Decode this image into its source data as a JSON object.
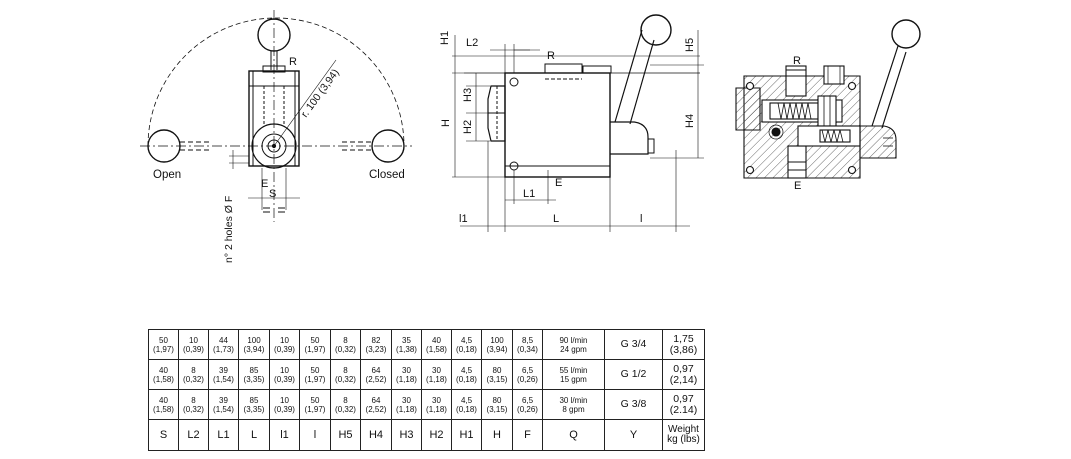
{
  "side_view": {
    "labels": {
      "open": "Open",
      "closed": "Closed",
      "radius": "r. 100 (3,94)",
      "R": "R",
      "E": "E",
      "S": "S",
      "holes": "n° 2 holes Ø F"
    }
  },
  "front_view": {
    "labels": {
      "H1": "H1",
      "L2": "L2",
      "R": "R",
      "H5": "H5",
      "H3": "H3",
      "H": "H",
      "H2": "H2",
      "H4": "H4",
      "L1": "L1",
      "E": "E",
      "l1": "l1",
      "L": "L",
      "l": "l"
    }
  },
  "section_view": {
    "labels": {
      "R": "R",
      "E": "E"
    }
  },
  "table": {
    "headers": [
      "S",
      "L2",
      "L1",
      "L",
      "l1",
      "l",
      "H5",
      "H4",
      "H3",
      "H2",
      "H1",
      "H",
      "F",
      "Q",
      "Y",
      "Weight kg (lbs)"
    ],
    "rows": [
      {
        "cells": [
          [
            "50",
            "(1,97)"
          ],
          [
            "10",
            "(0,39)"
          ],
          [
            "44",
            "(1,73)"
          ],
          [
            "100",
            "(3,94)"
          ],
          [
            "10",
            "(0,39)"
          ],
          [
            "50",
            "(1,97)"
          ],
          [
            "8",
            "(0,32)"
          ],
          [
            "82",
            "(3,23)"
          ],
          [
            "35",
            "(1,38)"
          ],
          [
            "40",
            "(1,58)"
          ],
          [
            "4,5",
            "(0,18)"
          ],
          [
            "100",
            "(3,94)"
          ],
          [
            "8,5",
            "(0,34)"
          ],
          [
            "90 l/min",
            "24 gpm"
          ]
        ],
        "y": "G 3/4",
        "weight": [
          "1,75",
          "(3,86)"
        ]
      },
      {
        "cells": [
          [
            "40",
            "(1,58)"
          ],
          [
            "8",
            "(0,32)"
          ],
          [
            "39",
            "(1,54)"
          ],
          [
            "85",
            "(3,35)"
          ],
          [
            "10",
            "(0,39)"
          ],
          [
            "50",
            "(1,97)"
          ],
          [
            "8",
            "(0,32)"
          ],
          [
            "64",
            "(2,52)"
          ],
          [
            "30",
            "(1,18)"
          ],
          [
            "30",
            "(1,18)"
          ],
          [
            "4,5",
            "(0,18)"
          ],
          [
            "80",
            "(3,15)"
          ],
          [
            "6,5",
            "(0,26)"
          ],
          [
            "55 l/min",
            "15 gpm"
          ]
        ],
        "y": "G 1/2",
        "weight": [
          "0,97",
          "(2,14)"
        ]
      },
      {
        "cells": [
          [
            "40",
            "(1,58)"
          ],
          [
            "8",
            "(0,32)"
          ],
          [
            "39",
            "(1,54)"
          ],
          [
            "85",
            "(3,35)"
          ],
          [
            "10",
            "(0,39)"
          ],
          [
            "50",
            "(1,97)"
          ],
          [
            "8",
            "(0,32)"
          ],
          [
            "64",
            "(2,52)"
          ],
          [
            "30",
            "(1,18)"
          ],
          [
            "30",
            "(1,18)"
          ],
          [
            "4,5",
            "(0,18)"
          ],
          [
            "80",
            "(3,15)"
          ],
          [
            "6,5",
            "(0,26)"
          ],
          [
            "30 l/min",
            "8 gpm"
          ]
        ],
        "y": "G 3/8",
        "weight": [
          "0,97",
          "(2.14)"
        ]
      }
    ]
  }
}
